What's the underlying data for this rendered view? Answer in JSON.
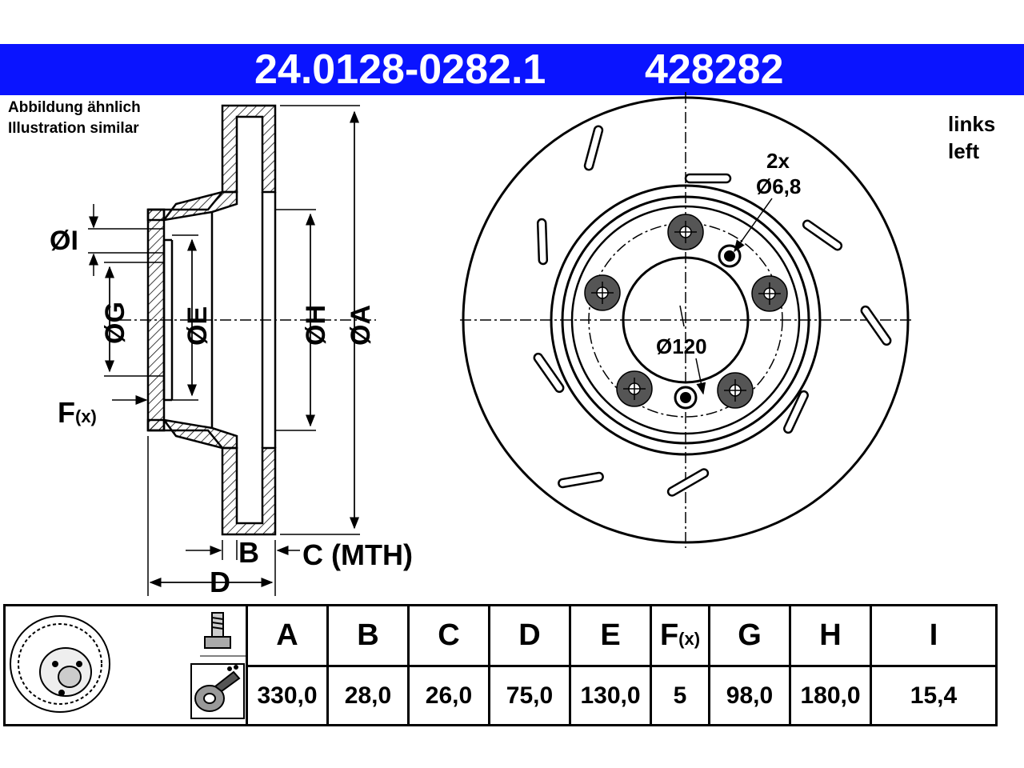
{
  "header": {
    "part_number": "24.0128-0282.1",
    "article_number": "428282",
    "bg_color": "#0a14ff",
    "text_color": "#ffffff"
  },
  "notes": {
    "illustration_de": "Abbildung ähnlich",
    "illustration_en": "Illustration similar",
    "side_de": "links",
    "side_en": "left"
  },
  "section_labels": {
    "dia_I": "ØI",
    "dia_G": "ØG",
    "dia_E": "ØE",
    "dia_H": "ØH",
    "dia_A": "ØA",
    "F": "F",
    "F_sub": "(x)",
    "B": "B",
    "C": "C (MTH)",
    "D": "D"
  },
  "front_labels": {
    "holes_count": "2x",
    "holes_dia": "Ø6,8",
    "pcd": "Ø120"
  },
  "spec_table": {
    "headers": [
      "A",
      "B",
      "C",
      "D",
      "E",
      "F",
      "G",
      "H",
      "I"
    ],
    "f_sub": "(x)",
    "values": [
      "330,0",
      "28,0",
      "26,0",
      "75,0",
      "130,0",
      "5",
      "98,0",
      "180,0",
      "15,4"
    ],
    "icons": [
      "brake-disc-icon",
      "bolt-icon",
      "torque-icon"
    ]
  }
}
